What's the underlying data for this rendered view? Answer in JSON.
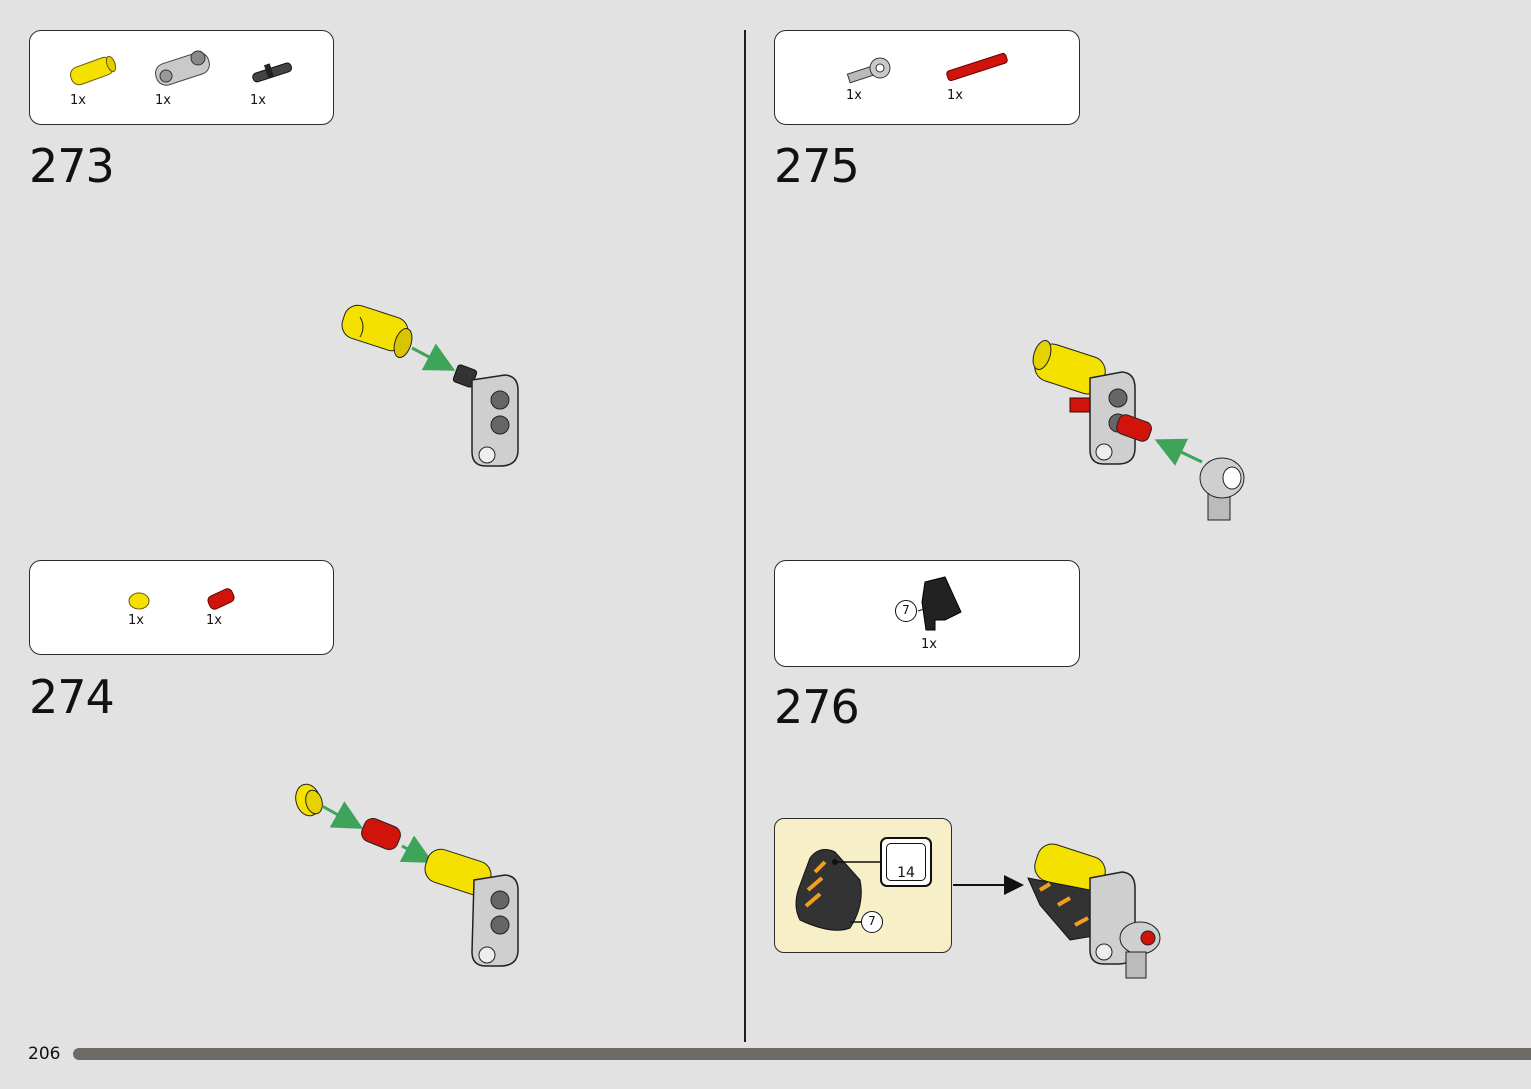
{
  "page_number": "206",
  "colors": {
    "background": "#e2e2e2",
    "yellow": "#f5e100",
    "light_gray": "#c9c9c9",
    "dark_gray": "#555555",
    "red": "#d0140c",
    "arrow_green": "#3ea45a",
    "callout_bg": "#f7efc8",
    "progress": "#6e6a66"
  },
  "steps": [
    {
      "number": "273",
      "parts": [
        {
          "name": "yellow-pin-connector",
          "qty": "1x"
        },
        {
          "name": "gray-axle-pin-connector",
          "qty": "1x"
        },
        {
          "name": "black-pin",
          "qty": "1x"
        }
      ]
    },
    {
      "number": "274",
      "parts": [
        {
          "name": "yellow-round-tile",
          "qty": "1x"
        },
        {
          "name": "red-pin",
          "qty": "1x"
        }
      ]
    },
    {
      "number": "275",
      "parts": [
        {
          "name": "gray-axle-connector",
          "qty": "1x"
        },
        {
          "name": "red-axle-pin",
          "qty": "1x"
        }
      ]
    },
    {
      "number": "276",
      "parts": [
        {
          "name": "black-panel",
          "qty": "1x",
          "label": "7"
        }
      ],
      "callout": {
        "sticker_number": "14",
        "part_label": "7"
      }
    }
  ]
}
